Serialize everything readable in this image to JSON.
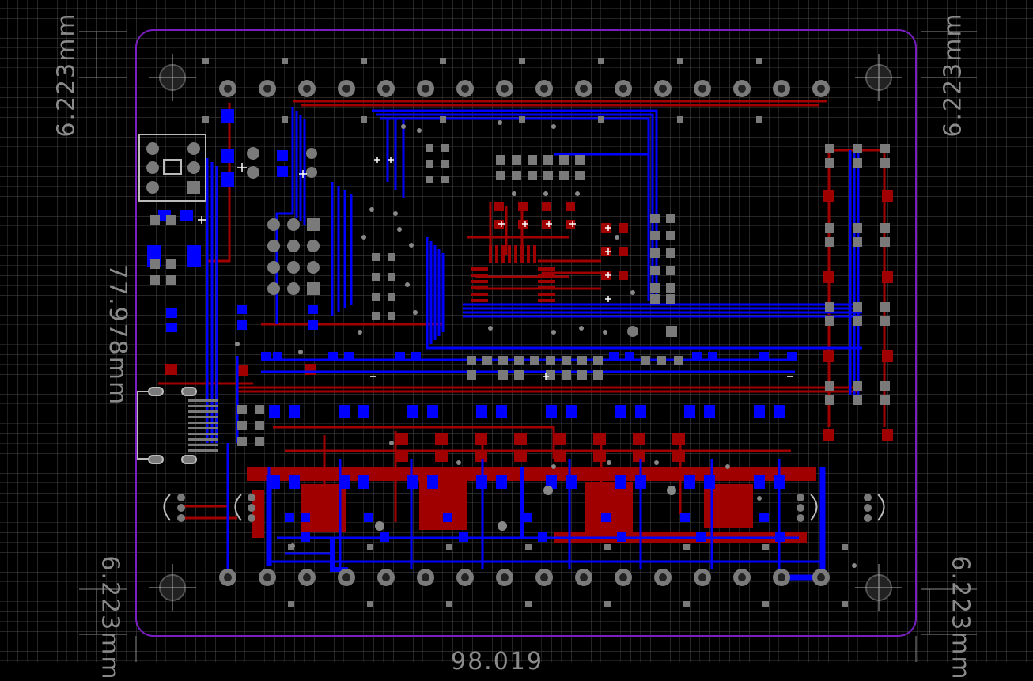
{
  "board": {
    "layers": {
      "top_copper": "#a00000",
      "bottom_copper": "#0000ff",
      "outline": "#7a1fbf",
      "pad": "#7a7a7a",
      "silk": "#ffffff",
      "grid_minor": "#3a3a3a",
      "dim_color": "#8a8a8a",
      "background": "#000000"
    }
  },
  "dimensions": {
    "height_total": "77.978mm",
    "top_left_offset": "6.223mm",
    "top_right_offset": "6.223mm",
    "bottom_left_offset": "6.223mm",
    "bottom_right_offset": "6.223mm",
    "width_total": "98.019"
  },
  "icons": {
    "mounting_hole": "crosshair-mount-icon",
    "via": "via-icon"
  }
}
